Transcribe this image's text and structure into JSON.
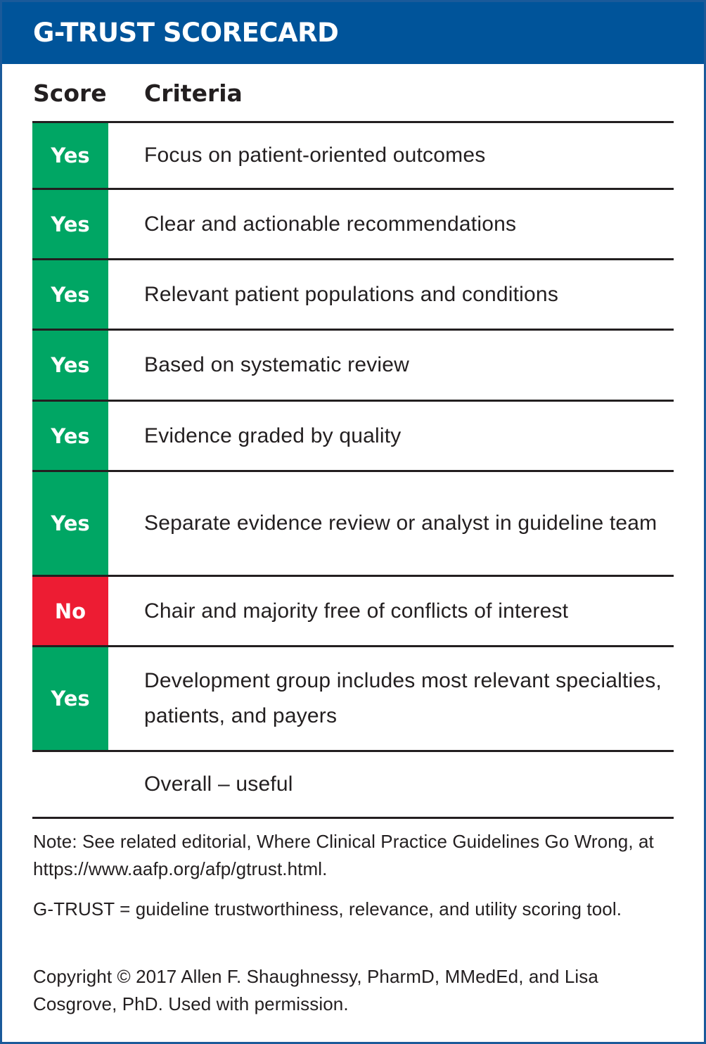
{
  "header": {
    "title": "G-TRUST SCORECARD"
  },
  "columns": {
    "score": "Score",
    "criteria": "Criteria"
  },
  "colors": {
    "header_blue": "#00549A",
    "yes_green": "#00A664",
    "no_red": "#ED1C33"
  },
  "rows": [
    {
      "score": "Yes",
      "criteria": "Focus on patient-oriented outcomes",
      "height": 95
    },
    {
      "score": "Yes",
      "criteria": "Clear and actionable recommendations",
      "height": 100
    },
    {
      "score": "Yes",
      "criteria": "Relevant patient populations and conditions",
      "height": 100
    },
    {
      "score": "Yes",
      "criteria": "Based on systematic review",
      "height": 101
    },
    {
      "score": "Yes",
      "criteria": "Evidence graded by quality",
      "height": 100
    },
    {
      "score": "Yes",
      "criteria": "Separate evidence review or analyst in guideline team",
      "height": 149
    },
    {
      "score": "No",
      "criteria": "Chair and majority free of conflicts of interest",
      "height": 100
    },
    {
      "score": "Yes",
      "criteria": "Development group includes most relevant specialties, patients, and payers",
      "height": 149
    },
    {
      "score": "",
      "criteria": "Overall – useful",
      "height": 95
    }
  ],
  "notes": {
    "note": "Note: See related editorial, Where Clinical Practice Guidelines Go Wrong, at https://www.aafp.org/afp/gtrust.html.",
    "definition": "G-TRUST = guideline trustworthiness, relevance, and utility scoring tool.",
    "copyright": "Copyright © 2017 Allen F. Shaughnessy, PharmD, MMedEd, and Lisa Cosgrove, PhD. Used with permission."
  }
}
